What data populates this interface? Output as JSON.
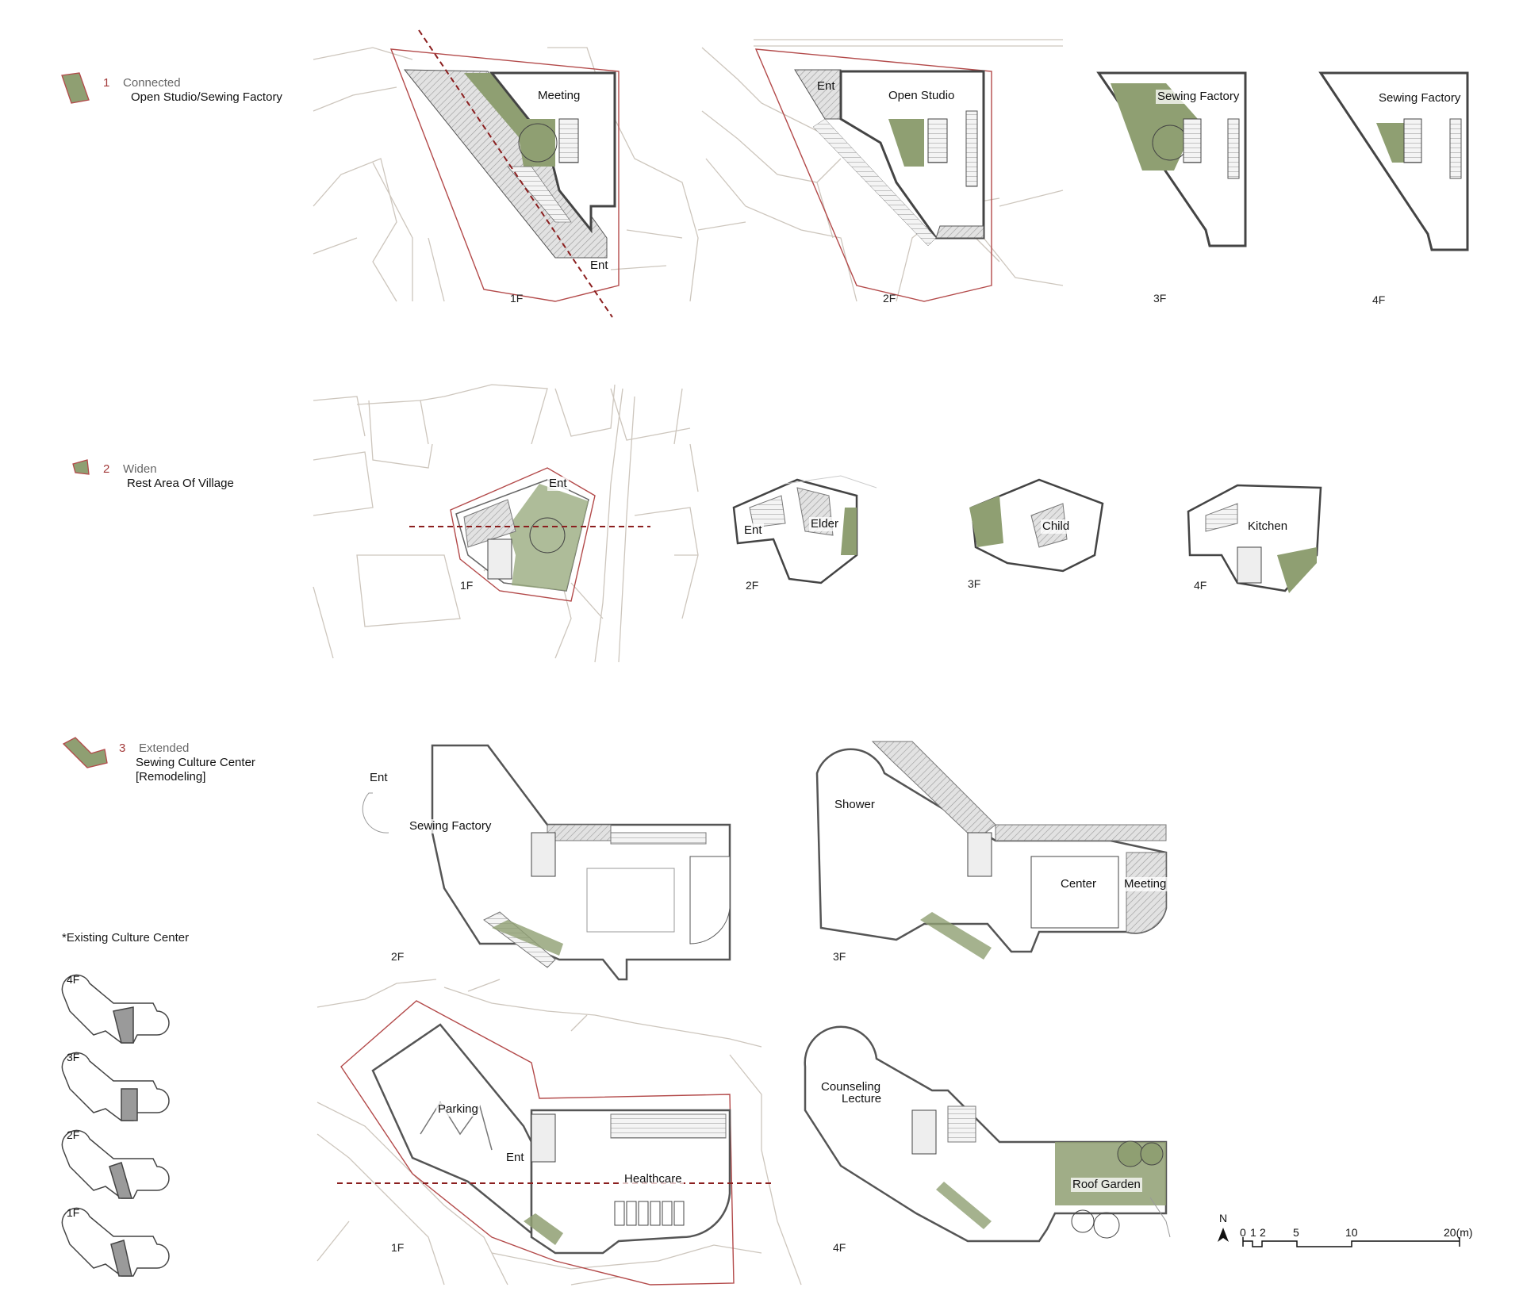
{
  "colors": {
    "green": "#8f9f72",
    "green_dark": "#6f8256",
    "boundary": "#b34a4a",
    "dash": "#8b1f1f",
    "road": "#cdc6bd",
    "wall": "#4a4a4a",
    "hatch": "#9a9a9a"
  },
  "sections": [
    {
      "num": "1",
      "kind": "Connected",
      "name": "Open Studio/Sewing Factory"
    },
    {
      "num": "2",
      "kind": "Widen",
      "name": "Rest Area Of Village"
    },
    {
      "num": "3",
      "kind": "Extended",
      "name": "Sewing Culture Center",
      "name2": "[Remodeling]"
    }
  ],
  "row1": {
    "floors": [
      "1F",
      "2F",
      "3F",
      "4F"
    ],
    "rooms": {
      "meeting": "Meeting",
      "ent_1f": "Ent",
      "ent_2f": "Ent",
      "open_studio": "Open Studio",
      "sewing_3f": "Sewing Factory",
      "sewing_4f": "Sewing Factory"
    }
  },
  "row2": {
    "floors": [
      "1F",
      "2F",
      "3F",
      "4F"
    ],
    "rooms": {
      "ent_1f": "Ent",
      "ent_2f": "Ent",
      "elder": "Elder",
      "child": "Child",
      "kitchen": "Kitchen"
    }
  },
  "row3": {
    "floors": [
      "2F",
      "3F",
      "1F",
      "4F"
    ],
    "rooms": {
      "ent_2f": "Ent",
      "sewing": "Sewing Factory",
      "shower": "Shower",
      "center": "Center",
      "meeting": "Meeting",
      "parking": "Parking",
      "ent_1f": "Ent",
      "healthcare": "Healthcare",
      "counseling": "Counseling",
      "lecture": "Lecture",
      "roof_garden": "Roof Garden"
    }
  },
  "existing": {
    "title": "*Existing Culture Center",
    "floors": [
      "4F",
      "3F",
      "2F",
      "1F"
    ]
  },
  "scale": {
    "north": "N",
    "ticks": [
      "0",
      "1",
      "2",
      "5",
      "10",
      "20(m)"
    ]
  }
}
